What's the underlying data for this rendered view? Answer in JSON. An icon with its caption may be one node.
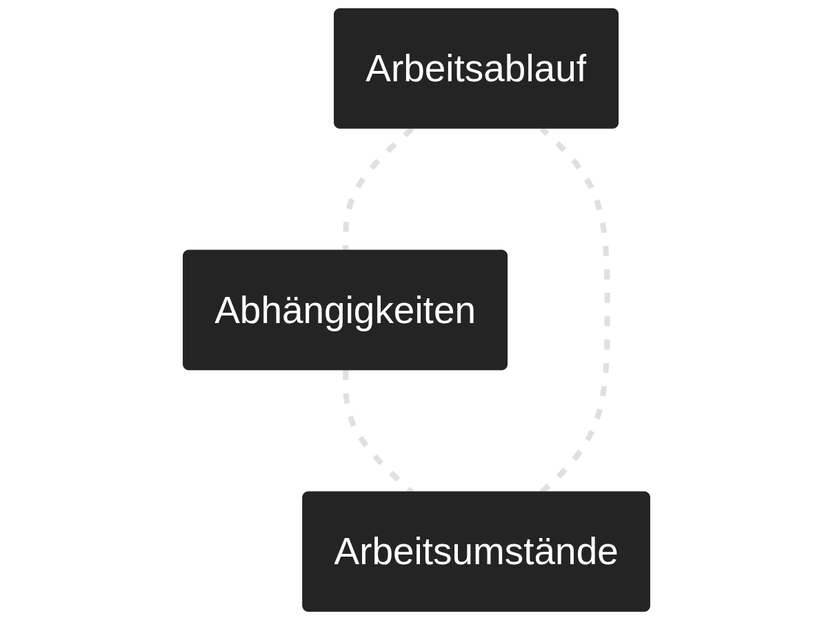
{
  "diagram": {
    "nodes": [
      {
        "text": [
          "Arbeitsablauf"
        ]
      },
      {
        "text": [
          "Abhängigkeiten"
        ]
      },
      {
        "text": [
          "Arbeitsumstände"
        ]
      }
    ],
    "edges": [
      {
        "from": 0,
        "to": 1,
        "arrow": "none",
        "style": "dashed"
      },
      {
        "from": 1,
        "to": 2,
        "arrow": "none",
        "style": "dashed"
      },
      {
        "from": 2,
        "to": 0,
        "arrow": "none",
        "style": "dashed"
      }
    ]
  }
}
